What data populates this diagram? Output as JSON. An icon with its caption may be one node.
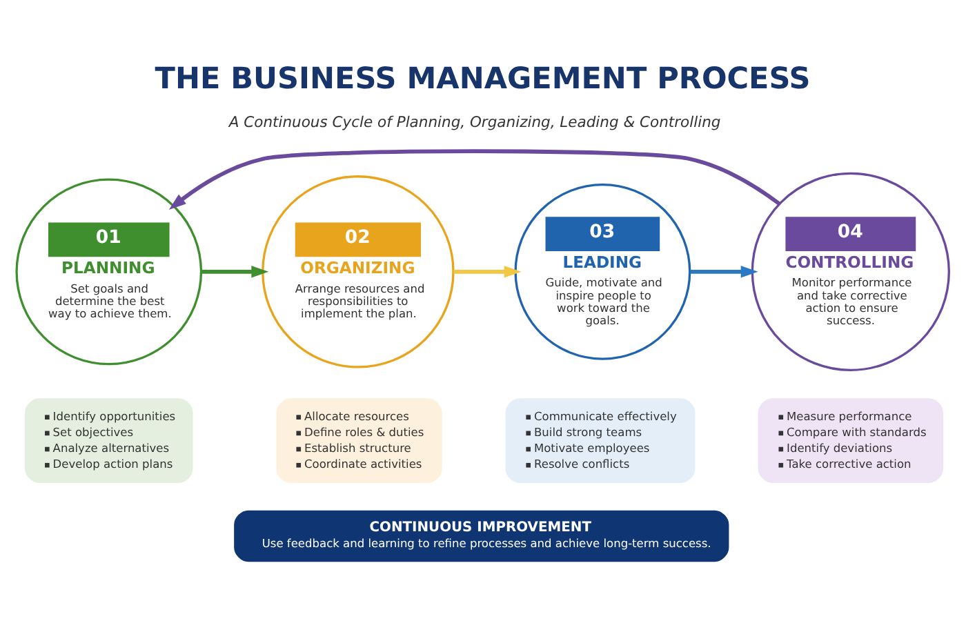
{
  "diagram": {
    "title": "THE BUSINESS MANAGEMENT PROCESS",
    "nodes": [
      {
        "text": [
          "01",
          "PLANNING",
          "Set goals and determine the best way to achieve them."
        ]
      },
      {
        "text": [
          "02",
          "ORGANIZING",
          "Arrange resources and responsibilities to implement the plan."
        ]
      },
      {
        "text": [
          "03",
          "LEADING",
          "Guide, motivate and inspire people to work toward the goals."
        ]
      },
      {
        "text": [
          "04",
          "CONTROLLING",
          "Monitor performance and take corrective action to ensure success."
        ]
      },
      {
        "text": [
          "Identify opportunities",
          "Set objectives",
          "Analyze alternatives",
          "Develop action plans"
        ]
      },
      {
        "text": [
          "Allocate resources",
          "Define roles & duties",
          "Establish structure",
          "Coordinate activities"
        ]
      },
      {
        "text": [
          "Communicate effectively",
          "Build strong teams",
          "Motivate employees",
          "Resolve conflicts"
        ]
      },
      {
        "text": [
          "Measure performance",
          "Compare with standards",
          "Identify deviations",
          "Take corrective action"
        ]
      },
      {
        "text": [
          "CONTINUOUS IMPROVEMENT",
          "Use feedback and learning to refine processes and achieve long-term success."
        ]
      }
    ],
    "edges": [
      {
        "from": 0,
        "to": 1,
        "arrow": "to",
        "color": "#3f8f2f"
      },
      {
        "from": 1,
        "to": 2,
        "arrow": "to",
        "color": "#f2c744"
      },
      {
        "from": 2,
        "to": 3,
        "arrow": "to",
        "color": "#2b79c2"
      },
      {
        "from": 3,
        "to": 0,
        "arrow": "to",
        "color": "#6a4a9c"
      }
    ],
    "labels": [
      "A Continuous Cycle of Planning, Organizing, Leading & Controlling"
    ]
  }
}
